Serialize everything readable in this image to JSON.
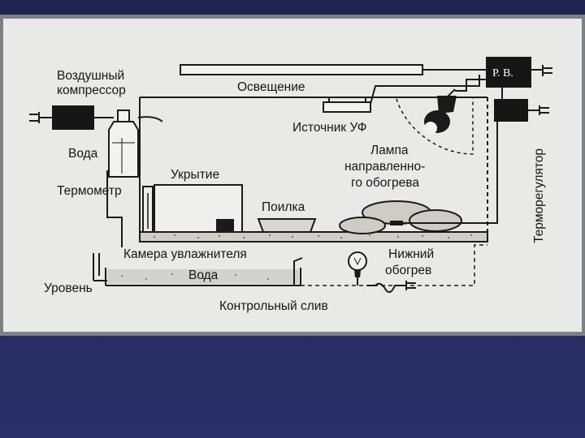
{
  "labels": {
    "air_compressor_1": "Воздушный",
    "air_compressor_2": "компрессор",
    "water": "Вода",
    "thermometer": "Термометр",
    "lighting": "Освещение",
    "uv_source": "Источник УФ",
    "cover": "Укрытие",
    "bowl": "Поилка",
    "directed_lamp_1": "Лампа",
    "directed_lamp_2": "направленно-",
    "directed_lamp_3": "го обогрева",
    "humidifier_chamber": "Камера увлажнителя",
    "water_in_chamber": "Вода",
    "level": "Уровень",
    "bottom_heating_1": "Нижний",
    "bottom_heating_2": "обогрев",
    "control_drain": "Контрольный слив",
    "relay": "Р. В.",
    "thermostat": "Терморегулятор"
  }
}
